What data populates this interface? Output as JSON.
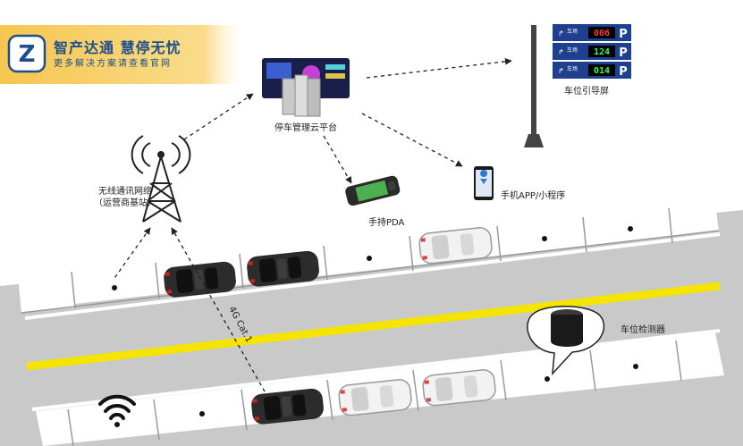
{
  "brand": {
    "logo_letter": "Z",
    "title": "智产达通  慧停无忧",
    "slogan": "更多解决方案请查看官网"
  },
  "nodes": {
    "base_station": {
      "label_line1": "无线通讯网络",
      "label_line2": "（运营商基站）"
    },
    "cloud_platform": {
      "label": "停车管理云平台"
    },
    "guidance_screen": {
      "label": "车位引导屏"
    },
    "mobile_app": {
      "label": "手机APP/小程序"
    },
    "pda": {
      "label": "手持PDA"
    },
    "detector": {
      "label": "车位检测器"
    },
    "link": {
      "label": "4G Cat.1"
    }
  },
  "guidance_signs": [
    {
      "text": "车场",
      "count": "006",
      "count_color": "#ff3a3a",
      "letter": "P"
    },
    {
      "text": "车场",
      "count": "124",
      "count_color": "#2bff4a",
      "letter": "P"
    },
    {
      "text": "车场",
      "count": "014",
      "count_color": "#2bff4a",
      "letter": "P"
    }
  ],
  "colors": {
    "banner": "#f7cf6a",
    "brand_blue": "#1f4e8c",
    "road": "#c6c6c6",
    "center_line": "#f5e400",
    "sign_blue": "#1f3f8f"
  }
}
